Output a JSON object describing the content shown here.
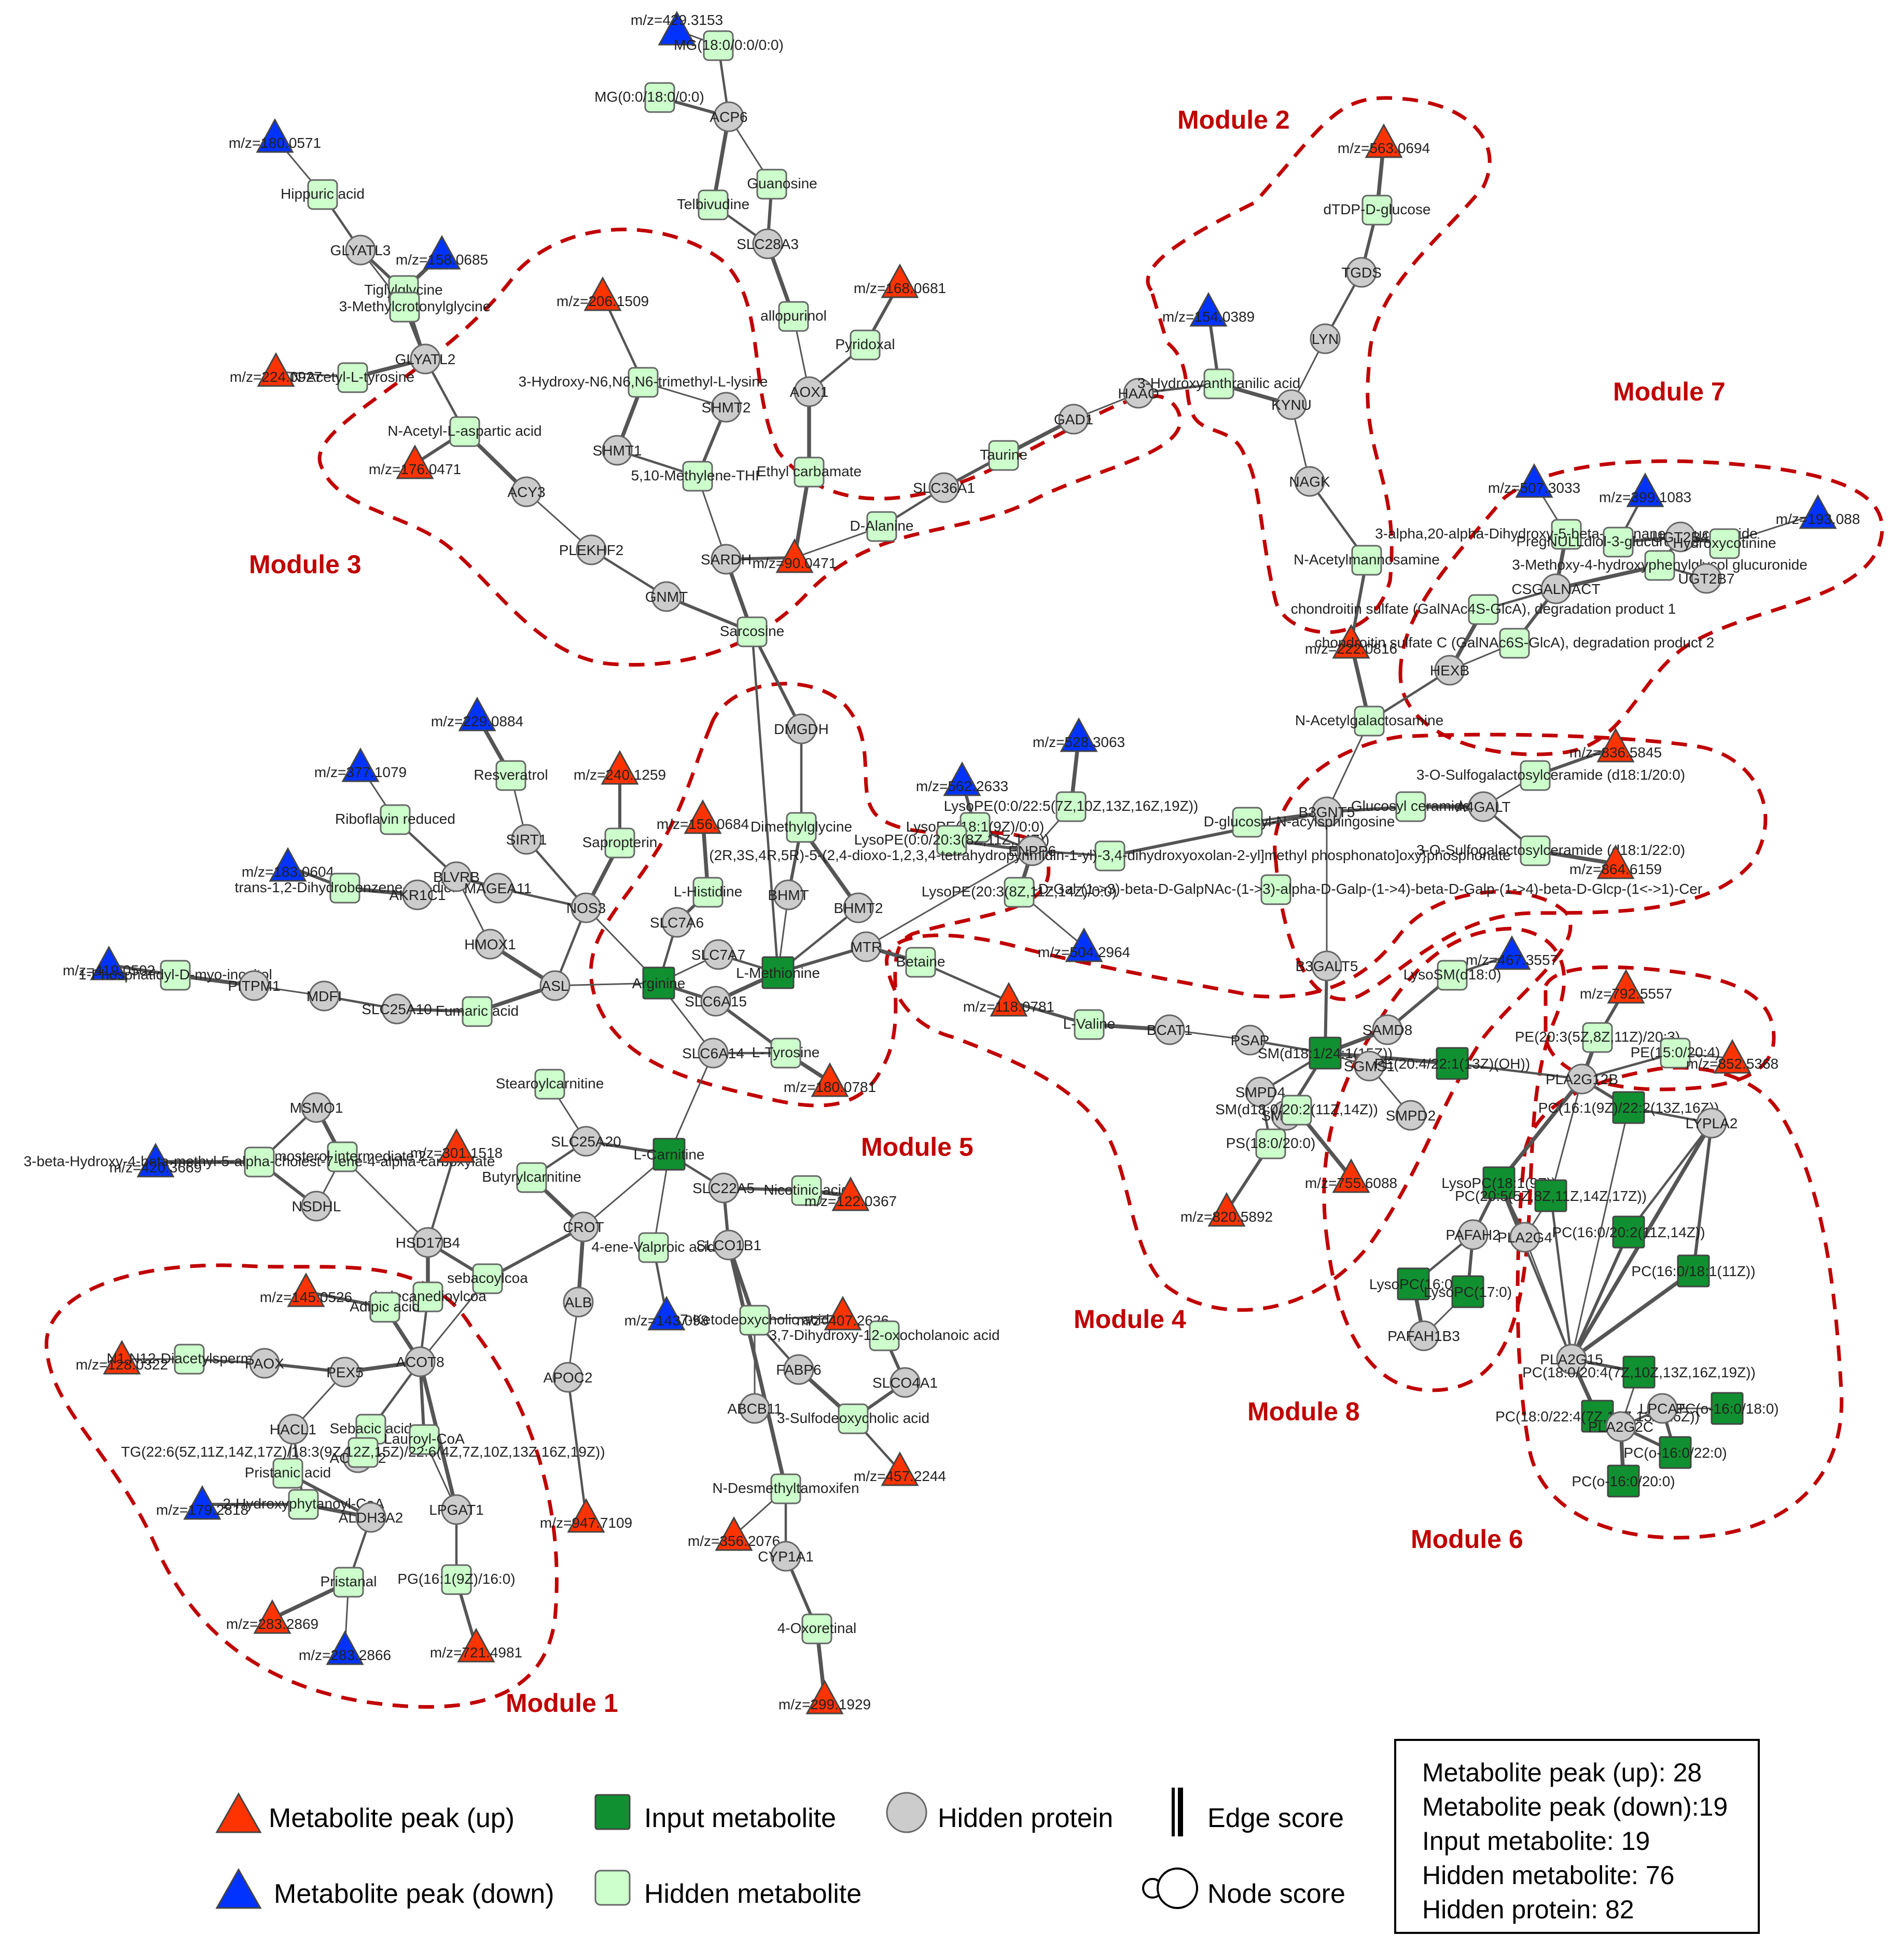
{
  "modules": [
    "Module 1",
    "Module 2",
    "Module 3",
    "Module 4",
    "Module 5",
    "Module 6",
    "Module 7",
    "Module 8"
  ],
  "legend": {
    "peak_up": "Metabolite peak (up)",
    "peak_down": "Metabolite peak (down)",
    "input_metabolite": "Input metabolite",
    "hidden_metabolite": "Hidden metabolite",
    "hidden_protein": "Hidden protein",
    "edge_score": "Edge score",
    "node_score": "Node score"
  },
  "summary": [
    "Metabolite peak (up): 28",
    "Metabolite peak (down):19",
    "Input metabolite: 19",
    "Hidden metabolite: 76",
    "Hidden protein: 82"
  ],
  "colors": {
    "peak_up": "#ff3300",
    "peak_down": "#0033ff",
    "input_metabolite": "#109030",
    "hidden_metabolite": "#ccffcc",
    "hidden_protein": "#cccccc",
    "module_outline": "#c00000"
  },
  "nodes": {
    "mz_429_3153": "m/z=429.3153",
    "mg_18_a": "MG(18:0/0:0/0:0)",
    "mg_18_b": "MG(0:0/18:0/0:0)",
    "acp6": "ACP6",
    "guanosine": "Guanosine",
    "telbivudine": "Telbivudine",
    "slc28a3": "SLC28A3",
    "allopurinol": "allopurinol",
    "aox1": "AOX1",
    "mz_168_0681": "m/z=168.0681",
    "pyridoxal": "Pyridoxal",
    "mz_180_0571": "m/z=180.0571",
    "hippuric": "Hippuric acid",
    "glyatl3": "GLYATL3",
    "mz_158_0685": "m/z=158.0685",
    "tiglylglycine": "Tiglylglycine",
    "methylcrotonylglycine": "3-Methylcrotonylglycine",
    "glyatl2": "GLYATL2",
    "mz_224_0927": "m/z=224.0927",
    "acetyl_tyrosine": "N-Acetyl-L-tyrosine",
    "n_acetyl_aspartic": "N-Acetyl-L-aspartic acid",
    "mz_176_0471": "m/z=176.0471",
    "acy3": "ACY3",
    "plekhf2": "PLEKHF2",
    "gnmt": "GNMT",
    "sarcosine": "Sarcosine",
    "sardh": "SARDH",
    "mz_206_1509": "m/z=206.1509",
    "hydroxy_trimethyl_lysine": "3-Hydroxy-N6,N6,N6-trimethyl-L-lysine",
    "shmt2": "SHMT2",
    "shmt1": "SHMT1",
    "methylene_thf": "5,10-Methylene-THF",
    "ethyl_carbamate": "Ethyl carbamate",
    "mz_90_0471": "m/z=90.0471",
    "d_alanine": "D-Alanine",
    "slc36a1": "SLC36A1",
    "taurine": "Taurine",
    "gad1": "GAD1",
    "haao": "HAAO",
    "hydroxyanthranilic": "3-Hydroxyanthranilic acid",
    "mz_154_0389": "m/z=154.0389",
    "kynu": "KYNU",
    "lyn": "LYN",
    "tgds": "TGDS",
    "dtdp_glucose": "dTDP-D-glucose",
    "mz_563_0694": "m/z=563.0694",
    "nagk": "NAGK",
    "n_acetylmannosamine": "N-Acetylmannosamine",
    "mz_222_0816": "m/z=222.0816",
    "n_acetylgalactosamine": "N-Acetylgalactosamine",
    "b3gnt5": "B3GNT5",
    "glucosylceramide": "Glucosyl ceramide",
    "a4galt": "A4GALT",
    "sulfogal_20": "3-O-Sulfogalactosylceramide (d18:1/20:0)",
    "sulfogal_22": "3-O-Sulfogalactosylceramide (d18:1/22:0)",
    "mz_836_5845": "m/z=836.5845",
    "mz_864_6159": "m/z=864.6159",
    "b3galt5": "B3GALT5",
    "ceramide_long": "beta-D-Gal-(1->3)-beta-D-GalpNAc-(1->3)-alpha-D-Galp-(1->4)-beta-D-Galp-(1->4)-beta-D-Glcp-(1<->1)-Cer",
    "glucosyl_sphingosine": "D-glucosyl-N-acylsphingosine",
    "mz_507_3033": "m/z=507.3033",
    "mz_399_1083": "m/z=399.1083",
    "mz_193_088": "m/z=193.088",
    "pregnane_glucuronide": "3-alpha,20-alpha-Dihydroxy-5-beta-pregnane 3-glucuronide",
    "pregnull": "PregNULLdiol-3-glucuronide",
    "ugt2b4": "UGT2B4",
    "hydroxycotinine": "Hydroxycotinine",
    "methoxy_hydroxyphenyl": "3-Methoxy-4-hydroxyphenylglycol glucuronide",
    "ugt2b7": "UGT2B7",
    "csgalnact": "CSGALNACT",
    "chondroitin_1": "chondroitin sulfate (GalNAc4S-GlcA), degradation product 1",
    "chondroitin_2": "chondroitin sulfate C (GalNAc6S-GlcA), degradation product 2",
    "hexb": "HEXB",
    "mz_229_0884": "m/z=229.0884",
    "resveratrol": "Resveratrol",
    "mz_240_1259": "m/z=240.1259",
    "sapropterin": "Sapropterin",
    "sirt1": "SIRT1",
    "mz_377_1079": "m/z=377.1079",
    "riboflavin_reduced": "Riboflavin reduced",
    "mz_183_0604": "m/z=183.0604",
    "dihydrobenzene": "trans-1,2-Dihydrobenzene-1,2-diol",
    "akr1c1": "AKR1C1",
    "blvrb": "BLVRB",
    "magea11": "MAGEA11",
    "nos3": "NOS3",
    "hmox1": "HMOX1",
    "mz_419_0502": "m/z=419.0502",
    "phosphatidyl_inositol": "1-Phosphatidyl-D-myo-inositol",
    "pitpm1": "PITPM1",
    "mdfi": "MDFI",
    "slc25a10": "SLC25A10",
    "fumaric": "Fumaric acid",
    "asl": "ASL",
    "arginine": "Arginine",
    "slc7a6": "SLC7A6",
    "l_histidine": "L-Histidine",
    "mz_156_0684": "m/z=156.0684",
    "slc7a7": "SLC7A7",
    "slc6a15": "SLC6A15",
    "slc6a14": "SLC6A14",
    "l_tyrosine": "L-Tyrosine",
    "mz_180_0781": "m/z=180.0781",
    "dmgdh": "DMGDH",
    "dimethylglycine": "Dimethylglycine",
    "bhmt": "BHMT",
    "bhmt2": "BHMT2",
    "l_methionine": "L-Methionine",
    "mtr": "MTR",
    "betaine": "Betaine",
    "mz_118_0781": "m/z=118.0781",
    "l_valine": "L-Valine",
    "bcat1": "BCAT1",
    "psap": "PSAP",
    "mz_562_2633": "m/z=562.2633",
    "mz_528_3063": "m/z=528.3063",
    "lysope_22": "LysoPE(0:0/22:5(7Z,10Z,13Z,16Z,19Z))",
    "lysope_18": "LysoPE(18:1(9Z)/0:0)",
    "lysope_20_0": "LysoPE(0:0/20:3(8Z,11Z,14Z))",
    "enpp": "ENPP6",
    "phosphonato": "(2R,3S,4R,5R)-5-(2,4-dioxo-1,2,3,4-tetrahydropyrimidin-1-yl)-3,4-dihydroxyoxolan-2-yl]methyl phosphonato]oxy}phosphonate",
    "lysope_20_3": "LysoPE(20:3(8Z,11Z,14Z)/0:0)",
    "mz_504_2964": "m/z=504.2964",
    "mz_467_3557": "m/z=467.3557",
    "lysosm": "LysoSM(d18:0)",
    "samd8": "SAMD8",
    "sm_d18": "SM(d18:1/24:1(15Z))",
    "sgms": "SGMS1",
    "smpd4": "SMPD4",
    "smpd3": "SMPD3",
    "sm_pe_d18": "SM(d18:0/20:2(11Z,14Z))",
    "smpd2": "SMPD2",
    "pe_22": "PE(20:4/22:1(13Z)(OH))",
    "mz_755_6088": "m/z=755.6088",
    "ps_18": "PS(18:0/20:0)",
    "mz_820_5892": "m/z=820.5892",
    "mz_792_5557": "m/z=792.5557",
    "pe_20_3": "PE(20:3(5Z,8Z,11Z)/20:3)",
    "pe_15": "PE(15:0/20:4)",
    "mz_852_5368": "m/z=852.5368",
    "pla2g12b": "PLA2G12B",
    "pc_16_22": "PC(16:1(9Z)/22:2(13Z,16Z))",
    "lypla2": "LYPLA2",
    "lysopc_18": "LysoPC(18:1(9Z))",
    "pc_20_5": "PC(20:5(5Z,8Z,11Z,14Z,17Z))",
    "pafah2": "PAFAH2",
    "pla2g4": "PLA2G4",
    "lysopc_16": "LysoPC(16:0)",
    "lysopc_17": "LysoPC(17:0)",
    "pafah1b3": "PAFAH1B3",
    "pc_16_20": "PC(16:0/20:2(11Z,14Z))",
    "pc_16_18": "PC(16:0/18:1(11Z))",
    "pla2g15": "PLA2G15",
    "pc_18_20": "PC(18:0/20:4(7Z,10Z,13Z,16Z,19Z))",
    "pc_18_22": "PC(18:0/22:4(7Z,10Z,13Z,16Z))",
    "pla2g2c": "PLA2G2C",
    "pc_o16_22": "PC(o-16:0/22:0)",
    "pc_o16_20": "PC(o-16:0/20:0)",
    "pc_o16_18": "PC(o-16:0/18:0)",
    "lpcat": "LPCAT",
    "msmo1": "MSMO1",
    "zymosterol": "Zymosterol intermediate 2",
    "nsdhl": "NSDHL",
    "mz_420_3669": "m/z=420.3669",
    "hydroxy_methyl": "3-beta-Hydroxy-4-beta-methyl-5-alpha-cholest-7-ene-4-alpha-carboxylate",
    "mz_301_1518": "m/z=301.1518",
    "hsd17b4": "HSD17B4",
    "stearoylcarnitine": "Stearoylcarnitine",
    "slc25a20": "SLC25A20",
    "butyrylcarnitine": "Butyrylcarnitine",
    "l_carnitine": "L-Carnitine",
    "slc22a5": "SLC22A5",
    "nicotinic": "Nicotinic acid",
    "mz_122_0367": "m/z=122.0367",
    "crot": "CROT",
    "ene_valproic": "4-ene-Valproic acid",
    "slco1b1": "SLCO1B1",
    "mz_143_098": "m/z=143.098",
    "sebacoylcoa": "sebacoylcoa",
    "dodecanedioylcoa": "dodecanedioylcoa",
    "mz_145_0526": "m/z=145.0526",
    "adipic": "Adipic acid",
    "alb": "ALB",
    "apoc2": "APOC2",
    "mz_947_7109": "m/z=947.7109",
    "keto_acid": "7-Ketodeoxycholic acid",
    "mz_407_2626": "m/z=407.2626",
    "oxocholanoic": "3,7-Dihydroxy-12-oxocholanoic acid",
    "fabp6": "FABP6",
    "slco4a1": "SLCO4A1",
    "abcb11": "ABCB11",
    "sulfodeoxycholic": "3-Sulfodeoxycholic acid",
    "mz_457_2244": "m/z=457.2244",
    "n_desmethyltamoxifen": "N-Desmethyltamoxifen",
    "mz_356_2076": "m/z=356.2076",
    "cyp1a1": "CYP1A1",
    "oxoretinal": "4-Oxoretinal",
    "mz_299_1929": "m/z=299.1929",
    "mz_128_0322": "m/z=128.0322",
    "diacetylspermine": "N1,N12-Diacetylspermine",
    "paox": "PAOX",
    "pex5": "PEX5",
    "acot8": "ACOT8",
    "hacl1": "HACL1",
    "sebacic": "Sebacic acid",
    "lauroyl_coa": "Lauroyl-CoA",
    "pristanic": "Pristanic acid",
    "acot12": "ACOT12",
    "tg_long": "TG(22:6(5Z,11Z,14Z,17Z)/18:3(9Z,12Z,15Z)/22:6(4Z,7Z,10Z,13Z,16Z,19Z))",
    "mz_179_2818": "m/z=179.2818",
    "hydroxyphytanoyl": "2-Hydroxyphytanoyl-CoA",
    "aldh3a2": "ALDH3A2",
    "lpgat1": "LPGAT1",
    "pristanal": "Pristanal",
    "pg_16": "PG(16:1(9Z)/16:0)",
    "mz_283_2869": "m/z=283.2869",
    "mz_283_2866": "m/z=283.2866",
    "mz_721_4981": "m/z=721.4981"
  }
}
